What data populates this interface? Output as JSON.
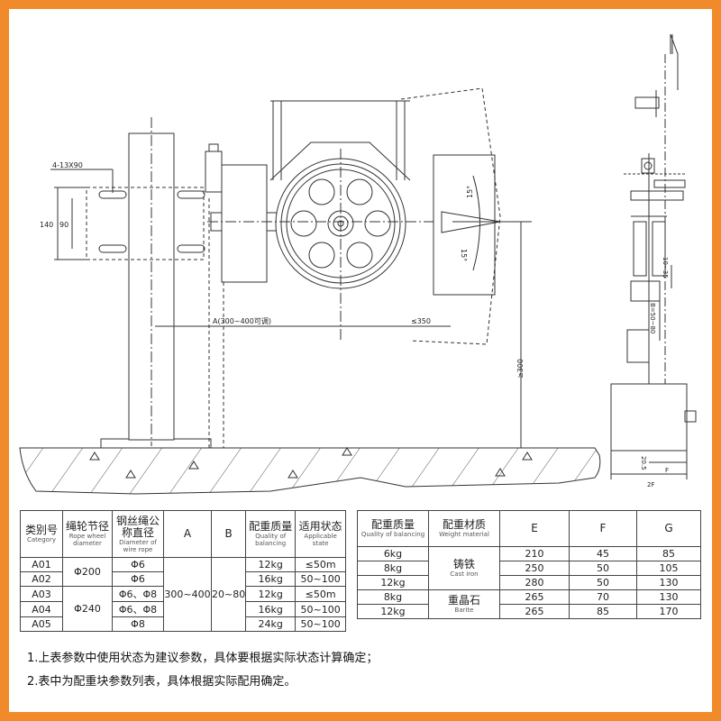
{
  "drawing": {
    "label_4_13x90": "4-13X90",
    "label_140": "140",
    "label_90": "90",
    "label_A": "A(300~400可调)",
    "label_350": "≤350",
    "label_300": "≥300",
    "label_15a": "15°",
    "label_15b": "15°",
    "label_10_35": "10~35",
    "label_B": "B=50~80",
    "label_20_5": "20.5",
    "label_F": "F",
    "label_2F": "2F"
  },
  "table1": {
    "headers": [
      {
        "cn": "类别号",
        "en": "Category"
      },
      {
        "cn": "绳轮节径",
        "en": "Rope wheel diameter"
      },
      {
        "cn": "钢丝绳公称直径",
        "en": "Diameter of wire rope"
      },
      {
        "cn": "A",
        "en": ""
      },
      {
        "cn": "B",
        "en": ""
      },
      {
        "cn": "配重质量",
        "en": "Quality of balancing"
      },
      {
        "cn": "适用状态",
        "en": "Applicable state"
      }
    ],
    "categories": [
      "A01",
      "A02",
      "A03",
      "A04",
      "A05"
    ],
    "wheel_200": "Φ200",
    "wheel_240": "Φ240",
    "rope": [
      "Φ6",
      "Φ6",
      "Φ6、Φ8",
      "Φ6、Φ8",
      "Φ8"
    ],
    "a_value": "300~400",
    "b_value": "20~80",
    "mass": [
      "12kg",
      "16kg",
      "12kg",
      "16kg",
      "24kg"
    ],
    "state": [
      "≤50m",
      "50~100",
      "≤50m",
      "50~100",
      "50~100"
    ]
  },
  "table2": {
    "headers": [
      {
        "cn": "配重质量",
        "en": "Quality of balancing"
      },
      {
        "cn": "配重材质",
        "en": "Weight material"
      },
      {
        "cn": "E",
        "en": ""
      },
      {
        "cn": "F",
        "en": ""
      },
      {
        "cn": "G",
        "en": ""
      }
    ],
    "mass": [
      "6kg",
      "8kg",
      "12kg",
      "8kg",
      "12kg"
    ],
    "material_iron_cn": "铸铁",
    "material_iron_en": "Cast iron",
    "material_barite_cn": "重晶石",
    "material_barite_en": "Barite",
    "E": [
      "210",
      "250",
      "280",
      "265",
      "265"
    ],
    "F": [
      "45",
      "50",
      "50",
      "70",
      "85"
    ],
    "G": [
      "85",
      "105",
      "130",
      "130",
      "170"
    ]
  },
  "notes": [
    "1.上表参数中使用状态为建议参数，具体要根据实际状态计算确定；",
    "2.表中为配重块参数列表，具体根据实际配用确定。"
  ]
}
